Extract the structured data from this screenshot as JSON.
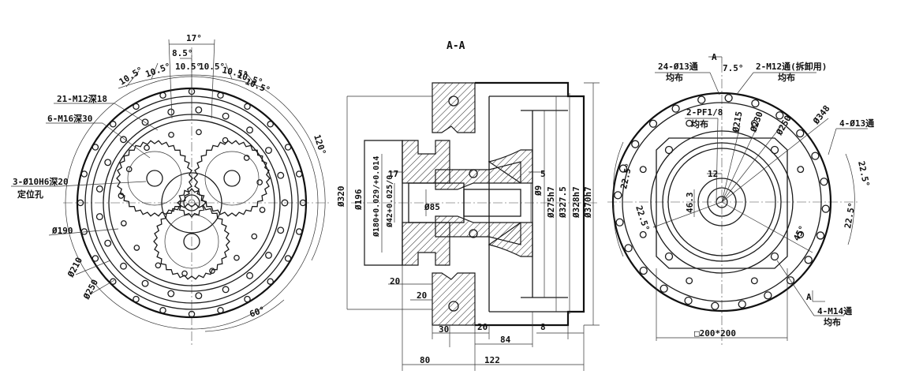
{
  "section_title": "A-A",
  "left_view": {
    "angles": {
      "a17": "17°",
      "a8_5": "8.5°",
      "a10_5_l1": "10.5°",
      "a10_5_l2": "10.5°",
      "a10_5_c1": "10.5°",
      "a10_5_c2": "10.5°",
      "a10_5_r1": "10.5°",
      "a10_5_r2": "10.5°",
      "a10_5_r3": "10.5°",
      "a120": "120°",
      "a60": "60°"
    },
    "callouts": {
      "threads_21": "21-M12深18",
      "threads_6": "6-M16深30",
      "pins_line1": "3-Ø10H6深20",
      "pins_line2": "定位孔"
    },
    "diameters": {
      "d190": "Ø190",
      "d210": "Ø210",
      "d250": "Ø250"
    }
  },
  "section_view": {
    "dims": {
      "d320": "Ø320",
      "d196": "Ø196",
      "d180": "Ø180+0.029/+0.014",
      "d42": "Ø42+0.025/0",
      "d85": "Ø85",
      "d9": "Ø9",
      "d275": "Ø275h7",
      "d327": "Ø327.5",
      "d328": "Ø328h7",
      "d370": "Ø370h7",
      "l17": "17",
      "l5": "5",
      "l20a": "20",
      "l20b": "20",
      "l30": "30",
      "l20c": "20",
      "l8": "8",
      "l84": "84",
      "l80": "80",
      "l122": "122"
    }
  },
  "right_view": {
    "callouts": {
      "holes24_line1": "24-Ø13通",
      "holes24_line2": "均布",
      "a7_5": "7.5°",
      "m12_line1": "2-M12通(拆卸用)",
      "m12_line2": "均布",
      "pf_line1": "2-PF1/8",
      "pf_line2": "均布",
      "holes4": "4-Ø13通",
      "m14_line1": "4-M14通",
      "m14_line2": "均布",
      "section_marker_top": "A",
      "section_marker_bottom": "A"
    },
    "dims": {
      "d215": "Ø215",
      "d230": "Ø230",
      "d250": "Ø250",
      "d348": "Ø348",
      "d12": "12",
      "d46_3": "46.3",
      "a22_5a": "22.5°",
      "a22_5b": "22.5°",
      "a22_5c": "22.5°",
      "a22_5d": "22.5°",
      "a45": "45°",
      "square": "□200*200"
    }
  }
}
